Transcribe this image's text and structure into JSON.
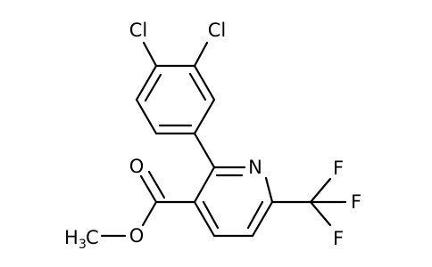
{
  "molecule": {
    "atoms": {
      "cl_upper_left": "Cl",
      "cl_upper_right": "Cl",
      "nitrogen": "N",
      "carbonyl_oxygen": "O",
      "ester_oxygen": "O",
      "methyl_h": "H",
      "methyl_subscript": "3",
      "methyl_c": "C",
      "fluorine_top": "F",
      "fluorine_right": "F",
      "fluorine_bottom": "F"
    }
  }
}
